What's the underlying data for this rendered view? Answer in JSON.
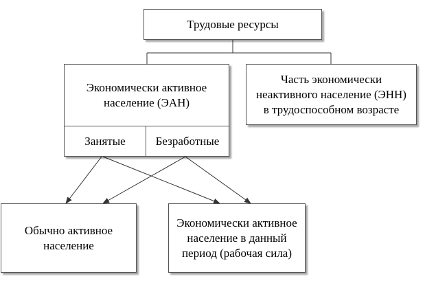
{
  "diagram": {
    "root": "Трудовые ресурсы",
    "eap": "Экономически активное\nнаселение (ЭАН)",
    "employed": "Занятые",
    "unemployed": "Безработные",
    "enn": "Часть экономически\nнеактивного население (ЭНН)\nв трудоспособном возрасте",
    "usually_active": "Обычно активное\nнаселение",
    "currently_active": "Экономически активное\nнаселение в данный\nпериод (рабочая сила)"
  }
}
